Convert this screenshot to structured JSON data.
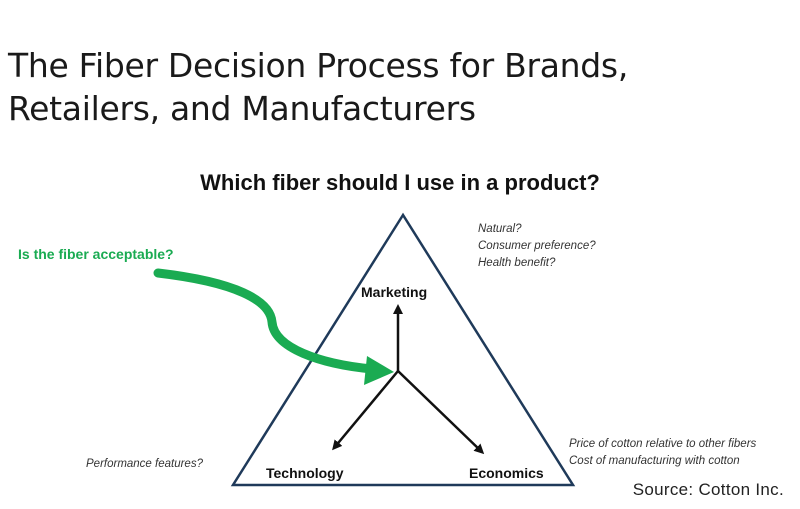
{
  "title": {
    "line1": "The Fiber Decision Process for Brands,",
    "line2": "Retailers, and Manufacturers"
  },
  "diagram": {
    "question": "Which fiber should I use in a product?",
    "nodes": {
      "marketing": "Marketing",
      "technology": "Technology",
      "economics": "Economics"
    },
    "marketing_notes": [
      "Natural?",
      "Consumer preference?",
      "Health benefit?"
    ],
    "technology_notes": [
      "Performance features?"
    ],
    "economics_notes": [
      "Price of cotton relative to other fibers",
      "Cost of manufacturing with cotton"
    ],
    "acceptance_question": "Is the fiber acceptable?"
  },
  "colors": {
    "triangle_stroke": "#1f3a5a",
    "arrow": "#111111",
    "accent_green": "#1aab52"
  },
  "source": "Source: Cotton Inc."
}
